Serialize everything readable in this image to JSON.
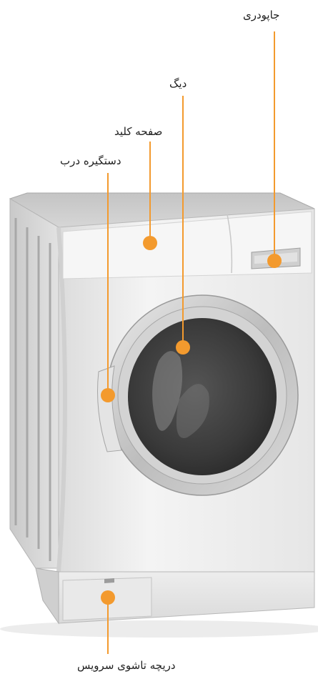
{
  "labels": {
    "detergent_drawer": "جاپودری",
    "drum": "دیگ",
    "keypad": "صفحه کلید",
    "door_handle": "دستگیره درب",
    "service_hatch": "دریچه تاشوی سرویس"
  },
  "colors": {
    "callout": "#f39a2e",
    "body": "#f1f1f1",
    "drum": "#3e3e3e"
  }
}
